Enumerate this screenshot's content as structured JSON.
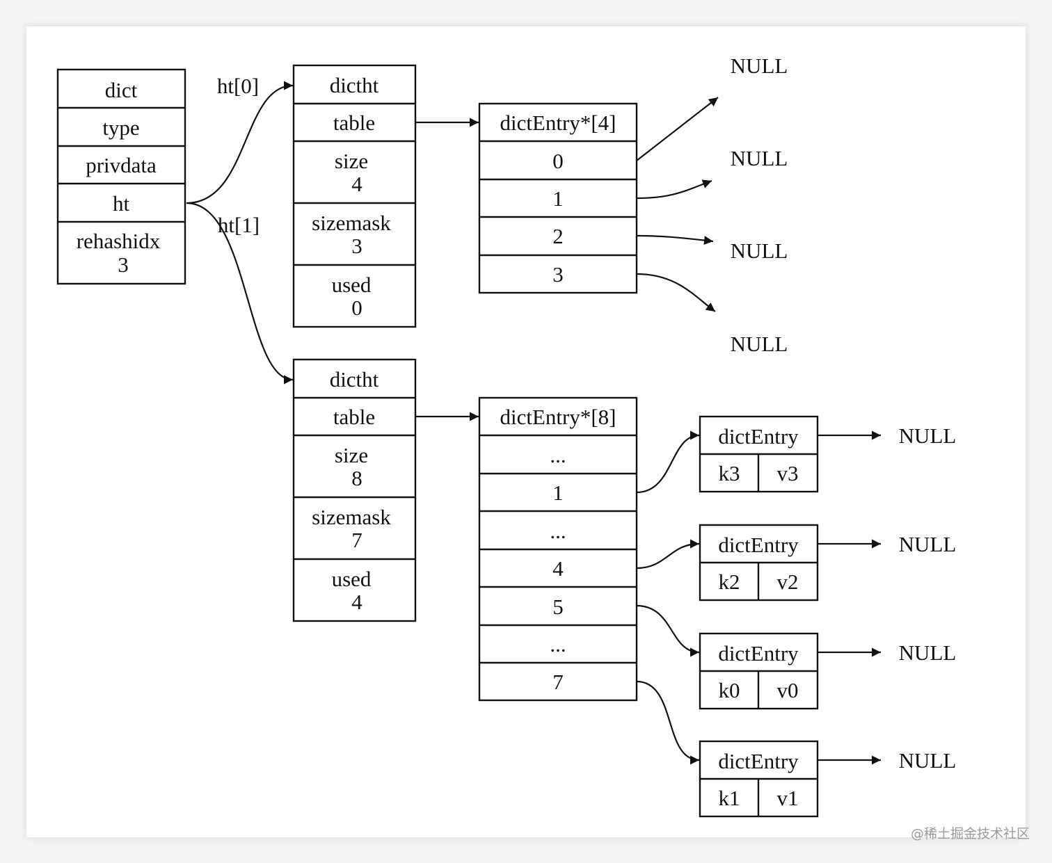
{
  "dict": {
    "title": "dict",
    "fields": [
      "type",
      "privdata",
      "ht"
    ],
    "rehashidx_label": "rehashidx",
    "rehashidx_value": "3"
  },
  "edges": {
    "ht0": "ht[0]",
    "ht1": "ht[1]"
  },
  "ht0": {
    "title": "dictht",
    "table": "table",
    "size_label": "size",
    "size_value": "4",
    "sizemask_label": "sizemask",
    "sizemask_value": "3",
    "used_label": "used",
    "used_value": "0"
  },
  "ht1": {
    "title": "dictht",
    "table": "table",
    "size_label": "size",
    "size_value": "8",
    "sizemask_label": "sizemask",
    "sizemask_value": "7",
    "used_label": "used",
    "used_value": "4"
  },
  "table0": {
    "title": "dictEntry*[4]",
    "slots": [
      "0",
      "1",
      "2",
      "3"
    ]
  },
  "table1": {
    "title": "dictEntry*[8]",
    "slots": [
      "...",
      "1",
      "...",
      "4",
      "5",
      "...",
      "7"
    ]
  },
  "null_label": "NULL",
  "entries": [
    {
      "title": "dictEntry",
      "key": "k3",
      "value": "v3"
    },
    {
      "title": "dictEntry",
      "key": "k2",
      "value": "v2"
    },
    {
      "title": "dictEntry",
      "key": "k0",
      "value": "v0"
    },
    {
      "title": "dictEntry",
      "key": "k1",
      "value": "v1"
    }
  ],
  "watermark": "@稀土掘金技术社区"
}
